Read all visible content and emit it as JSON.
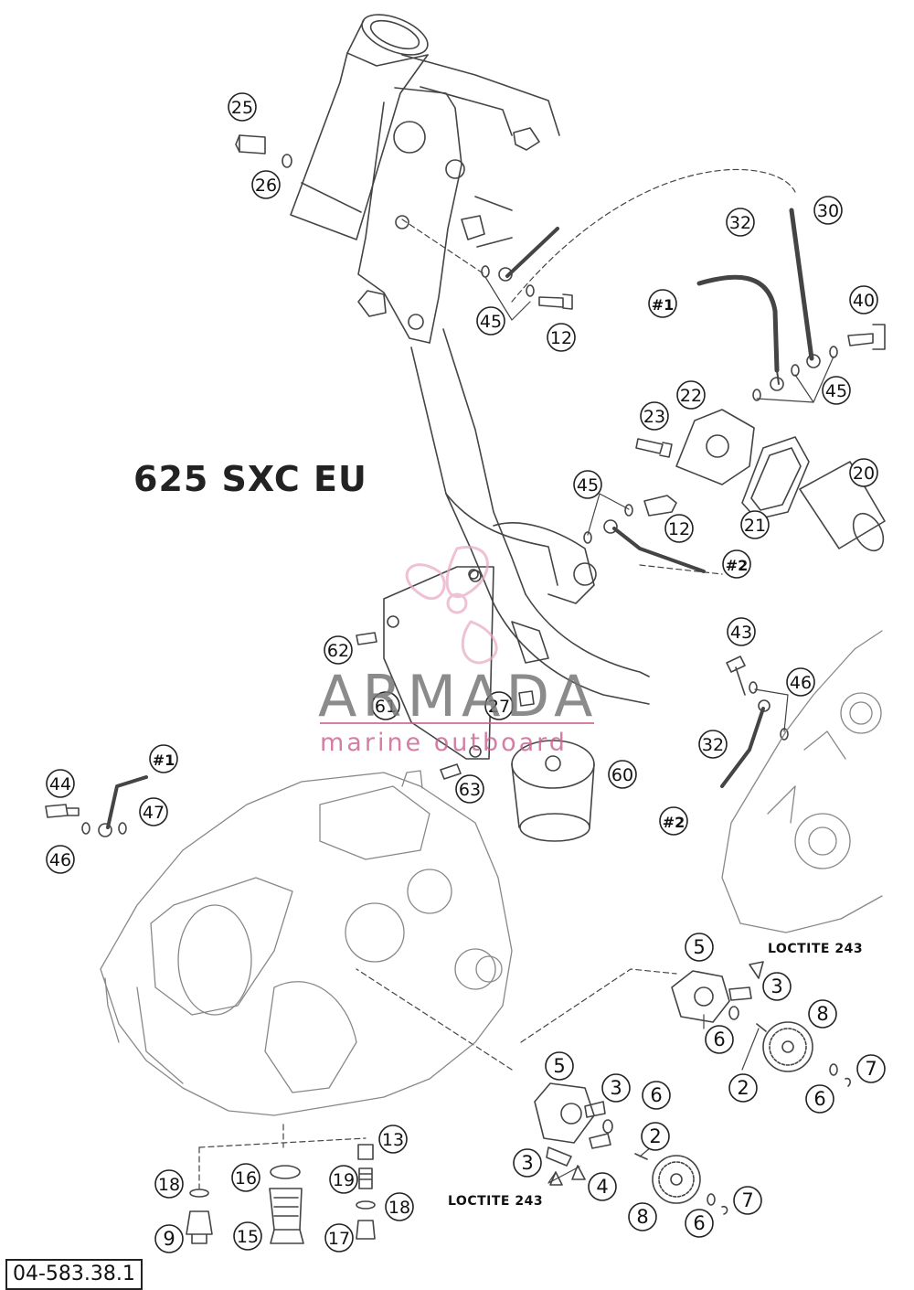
{
  "diagram": {
    "title": "625 SXC EU",
    "document_code": "04-583.38.1",
    "loctite_label": "LOCTITE 243",
    "watermark": {
      "brand": "ARMADA",
      "subtitle": "marine outboard"
    }
  },
  "callouts": [
    {
      "label": "25"
    },
    {
      "label": "26"
    },
    {
      "label": "45"
    },
    {
      "label": "12"
    },
    {
      "label": "32"
    },
    {
      "label": "30"
    },
    {
      "label": "#1"
    },
    {
      "label": "40"
    },
    {
      "label": "45"
    },
    {
      "label": "22"
    },
    {
      "label": "23"
    },
    {
      "label": "20"
    },
    {
      "label": "21"
    },
    {
      "label": "45"
    },
    {
      "label": "12"
    },
    {
      "label": "#2"
    },
    {
      "label": "43"
    },
    {
      "label": "46"
    },
    {
      "label": "32"
    },
    {
      "label": "#2"
    },
    {
      "label": "62"
    },
    {
      "label": "61"
    },
    {
      "label": "27"
    },
    {
      "label": "63"
    },
    {
      "label": "60"
    },
    {
      "label": "#1"
    },
    {
      "label": "44"
    },
    {
      "label": "47"
    },
    {
      "label": "46"
    },
    {
      "label": "5"
    },
    {
      "label": "3"
    },
    {
      "label": "8"
    },
    {
      "label": "6"
    },
    {
      "label": "2"
    },
    {
      "label": "7"
    },
    {
      "label": "6"
    },
    {
      "label": "5"
    },
    {
      "label": "3"
    },
    {
      "label": "6"
    },
    {
      "label": "2"
    },
    {
      "label": "3"
    },
    {
      "label": "4"
    },
    {
      "label": "7"
    },
    {
      "label": "8"
    },
    {
      "label": "6"
    },
    {
      "label": "13"
    },
    {
      "label": "18"
    },
    {
      "label": "16"
    },
    {
      "label": "19"
    },
    {
      "label": "18"
    },
    {
      "label": "9"
    },
    {
      "label": "15"
    },
    {
      "label": "17"
    }
  ]
}
